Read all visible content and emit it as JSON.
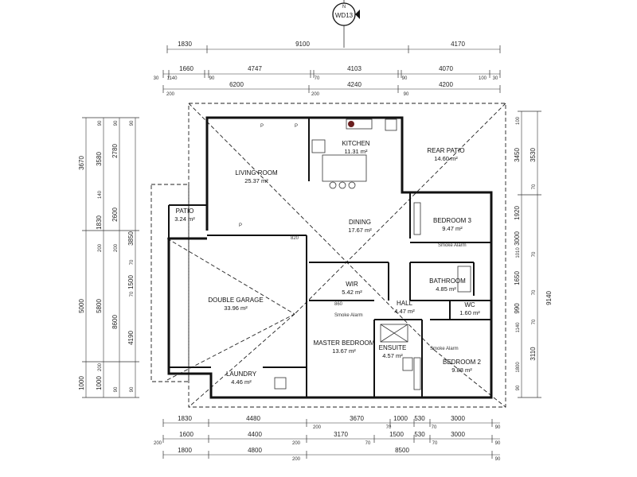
{
  "north": {
    "label": "N",
    "ref": "WD13"
  },
  "top_dims": {
    "row1": [
      "1830",
      "9100",
      "4170"
    ],
    "row2": [
      "1660",
      "4747",
      "4103",
      "4070"
    ],
    "row2_small": [
      "30",
      "1140",
      "90",
      "70",
      "90",
      "100",
      "30"
    ],
    "row3": [
      "6200",
      "4240",
      "4200"
    ],
    "row3_small": [
      "200",
      "200",
      "90"
    ]
  },
  "bottom_dims": {
    "row1": [
      "1830",
      "4480",
      "3670",
      "1000",
      "530",
      "3000"
    ],
    "row1_small": [
      "200",
      "70",
      "70",
      "90"
    ],
    "row2": [
      "1600",
      "4400",
      "3170",
      "1500",
      "530",
      "3000"
    ],
    "row2_small": [
      "200",
      "200",
      "70",
      "70",
      "90"
    ],
    "row3": [
      "1800",
      "4800",
      "8500"
    ],
    "row3_small": [
      "200",
      "90"
    ]
  },
  "left_dims": {
    "col1": [
      "3670",
      "5000",
      "1000"
    ],
    "col2": [
      "3580",
      "1830",
      "5800",
      "1000"
    ],
    "col3": [
      "2780",
      "2600",
      "8600"
    ],
    "col4": [
      "3850",
      "1500",
      "4190"
    ],
    "small": [
      "90",
      "90",
      "90",
      "140",
      "200",
      "200",
      "70",
      "70",
      "200",
      "90",
      "90"
    ]
  },
  "right_dims": {
    "col1": [
      "3450",
      "1920",
      "3000",
      "1650",
      "990",
      "3110"
    ],
    "col2": [
      "3530",
      "9140"
    ],
    "small": [
      "100",
      "70",
      "1010",
      "70",
      "70",
      "1140",
      "70",
      "1800",
      "90"
    ]
  },
  "rooms": [
    {
      "name": "KITCHEN",
      "area": "11.31 m²"
    },
    {
      "name": "REAR PATIO",
      "area": "14.60 m²"
    },
    {
      "name": "LIVING ROOM",
      "area": "25.37 m²"
    },
    {
      "name": "PATIO",
      "area": "3.24 m²"
    },
    {
      "name": "DINING",
      "area": "17.67 m²"
    },
    {
      "name": "BEDROOM 3",
      "area": "9.47 m²"
    },
    {
      "name": "BATHROOM",
      "area": "4.85 m²"
    },
    {
      "name": "WIR",
      "area": "5.42 m²"
    },
    {
      "name": "HALL",
      "area": "4.47 m²"
    },
    {
      "name": "WC",
      "area": "1.60 m²"
    },
    {
      "name": "DOUBLE GARAGE",
      "area": "33.96 m²"
    },
    {
      "name": "MASTER BEDROOM",
      "area": "13.67 m²"
    },
    {
      "name": "ENSUITE",
      "area": "4.57 m²"
    },
    {
      "name": "BEDROOM 2",
      "area": "9.88 m²"
    },
    {
      "name": "LAUNDRY",
      "area": "4.46 m²"
    }
  ],
  "annotations": {
    "smoke_alarm": "Smoke Alarm",
    "pantry_mark": "P",
    "door_820": "820",
    "door_860": "860"
  }
}
